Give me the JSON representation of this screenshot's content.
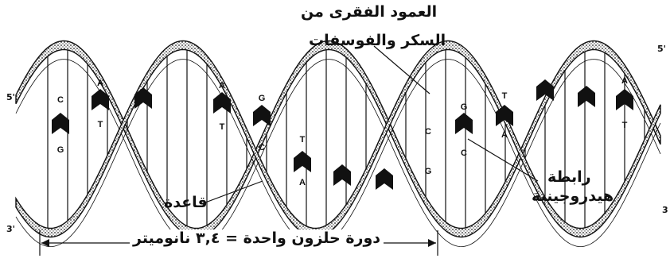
{
  "labels": {
    "backbone_line1": "العمود الفقرى من",
    "backbone_line2": "السكر والفوسفات",
    "hbond_line1": "رابطة",
    "hbond_line2": "هيدروجينية",
    "base": "قاعدة",
    "turn_length": "دورة حلزون واحدة = ٣,٤ نانوميتر"
  },
  "strand_ends": {
    "top_left": "5'",
    "bottom_left": "3'",
    "top_right": "5'",
    "bottom_right": "3"
  },
  "base_pairs": [
    {
      "top": "C",
      "bottom": "G"
    },
    {
      "top": "A",
      "bottom": "T"
    },
    {
      "top": "A",
      "bottom": "T"
    },
    {
      "top": "G",
      "bottom": "C"
    },
    {
      "top": "T",
      "bottom": "A"
    },
    {
      "top": "C",
      "bottom": "G"
    },
    {
      "top": "G",
      "bottom": "C"
    },
    {
      "top": "T",
      "bottom": "A"
    },
    {
      "top": "A",
      "bottom": "T"
    }
  ],
  "colors": {
    "ink": "#111111",
    "paper": "#ffffff"
  }
}
